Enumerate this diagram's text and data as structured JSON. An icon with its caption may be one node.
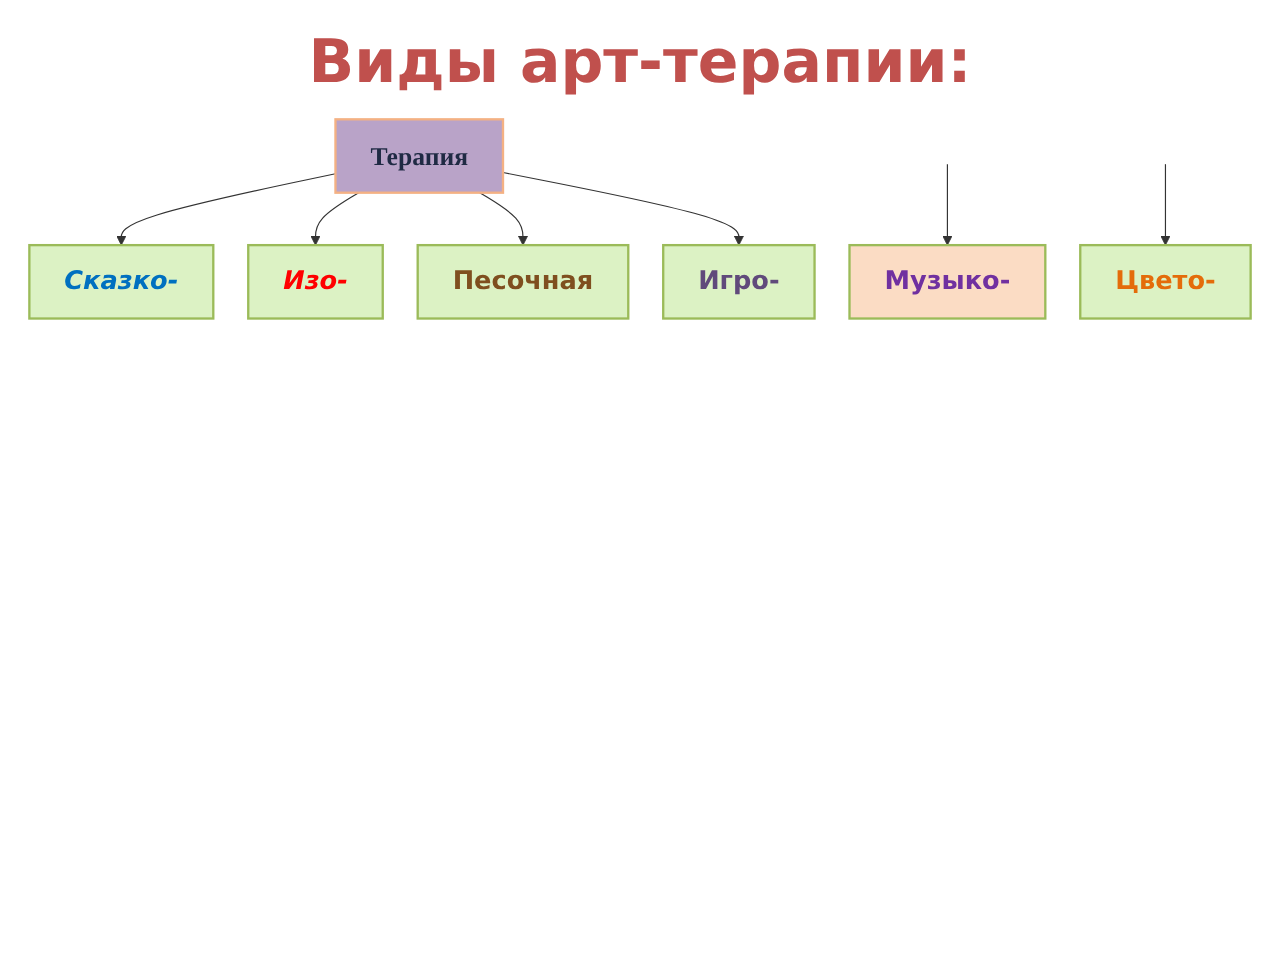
{
  "diagram": {
    "title": "Виды арт-терапии:",
    "nodes": [
      {
        "text": [
          "Сказко-"
        ]
      },
      {
        "text": [
          "Изо-"
        ]
      },
      {
        "text": [
          "Песочная"
        ]
      },
      {
        "text": [
          "Терапия"
        ]
      },
      {
        "text": [
          "Игро-"
        ]
      },
      {
        "text": [
          "Музыко-"
        ]
      },
      {
        "text": [
          "Цвето-"
        ]
      }
    ],
    "edges": [
      {
        "from": 3,
        "to": 0,
        "arrow": "to"
      },
      {
        "from": 3,
        "to": 1,
        "arrow": "to"
      },
      {
        "from": 3,
        "to": 2,
        "arrow": "to"
      },
      {
        "from": 3,
        "to": 4,
        "arrow": "to"
      },
      {
        "from": null,
        "to": 5,
        "arrow": "to"
      },
      {
        "from": null,
        "to": 6,
        "arrow": "to"
      }
    ]
  }
}
